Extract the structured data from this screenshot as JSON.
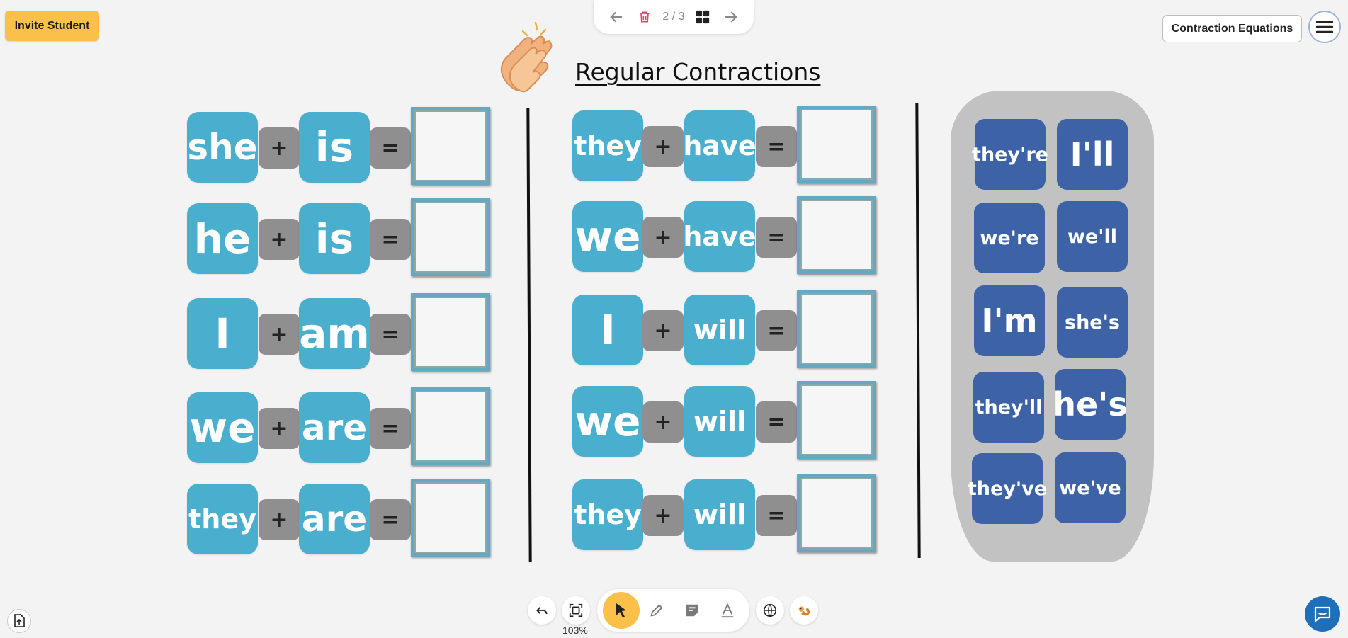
{
  "header": {
    "invite_label": "Invite Student",
    "page_counter": "2 / 3",
    "title_button": "Contraction Equations"
  },
  "heading": "Regular Contractions",
  "operators": {
    "plus": "+",
    "equals": "="
  },
  "left_equations": [
    {
      "a": "she",
      "b": "is"
    },
    {
      "a": "he",
      "b": "is"
    },
    {
      "a": "I",
      "b": "am"
    },
    {
      "a": "we",
      "b": "are"
    },
    {
      "a": "they",
      "b": "are"
    }
  ],
  "middle_equations": [
    {
      "a": "they",
      "b": "have"
    },
    {
      "a": "we",
      "b": "have"
    },
    {
      "a": "I",
      "b": "will"
    },
    {
      "a": "we",
      "b": "will"
    },
    {
      "a": "they",
      "b": "will"
    }
  ],
  "word_bank": [
    "they're",
    "I'll",
    "we're",
    "we'll",
    "I'm",
    "she's",
    "they'll",
    "he's",
    "they've",
    "we've"
  ],
  "toolbar": {
    "zoom_level": "103%"
  },
  "colors": {
    "word_tile": "#4aaecf",
    "bank_tile": "#3d63a6",
    "operator": "#8f8f8f",
    "accent": "#fbc04a"
  },
  "icons": [
    "arrow-left-icon",
    "trash-icon",
    "grid-icon",
    "arrow-right-icon",
    "hamburger-icon",
    "undo-icon",
    "fit-screen-icon",
    "pointer-icon",
    "pen-icon",
    "sticky-note-icon",
    "text-icon",
    "globe-icon",
    "squirrel-icon",
    "upload-icon",
    "chat-icon",
    "clap-icon"
  ]
}
